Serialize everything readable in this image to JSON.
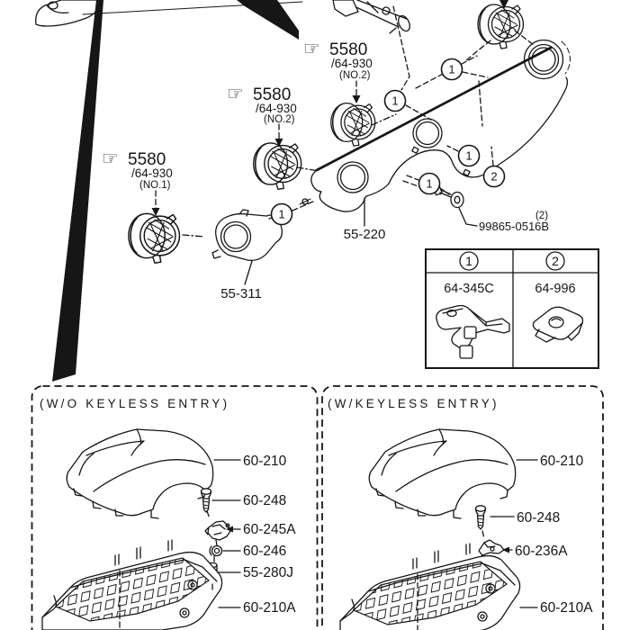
{
  "page": {
    "bg": "#ffffff",
    "ink": "#161616",
    "hand": "☞",
    "callouts": {
      "no2_top": {
        "code": "5580",
        "group": "/64-930",
        "unit": "(NO.2)"
      },
      "no2_mid": {
        "code": "5580",
        "group": "/64-930",
        "unit": "(NO.2)"
      },
      "no1": {
        "code": "5580",
        "group": "/64-930",
        "unit": "(NO.1)"
      }
    },
    "parts": {
      "panel": "55-220",
      "cover311": "55-311",
      "bolt_qty": "(2)",
      "bolt": "99865-0516B"
    },
    "markers": {
      "one": "1",
      "two": "2"
    },
    "legend": {
      "h1": "1",
      "h2": "2",
      "p1": "64-345C",
      "p2": "64-996"
    },
    "box_wo": {
      "title": "(W/O KEYLESS ENTRY)",
      "cover_upper": "60-210",
      "screw": "60-248",
      "clip": "60-245A",
      "grommet": "60-246",
      "bulb": "55-280J",
      "cover_lower": "60-210A"
    },
    "box_w": {
      "title": "(W/KEYLESS ENTRY)",
      "cover_upper": "60-210",
      "screw": "60-248",
      "bracket": "60-236A",
      "cover_lower": "60-210A"
    }
  }
}
